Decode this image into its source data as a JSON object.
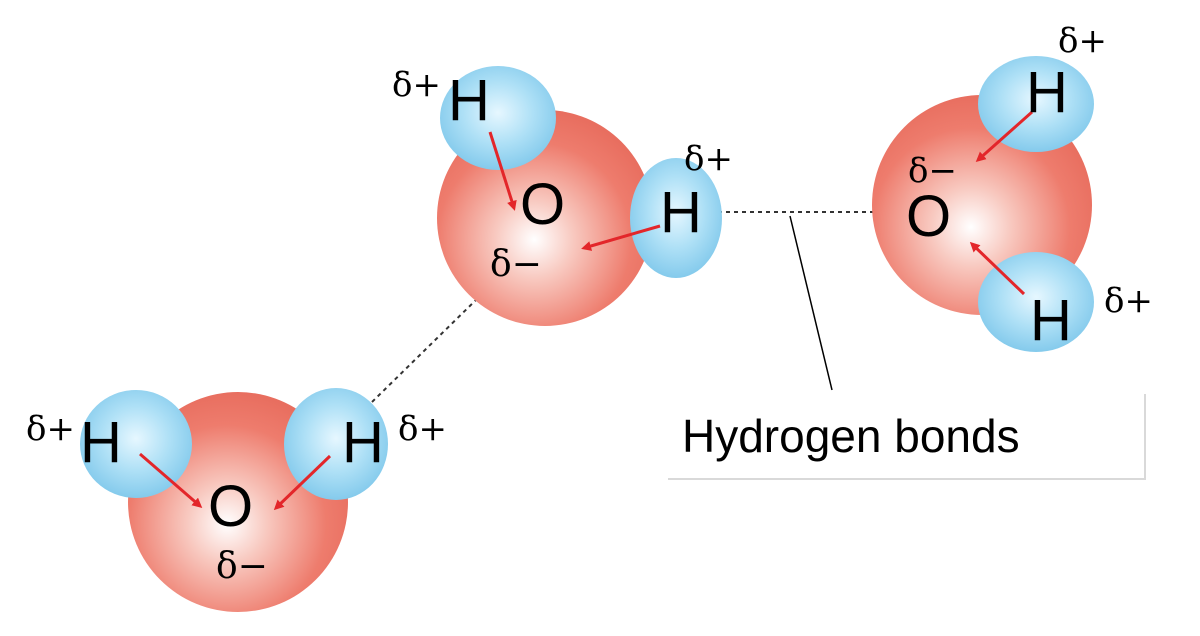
{
  "labels": {
    "hydrogen": "H",
    "oxygen": "O",
    "partial_positive": "δ+",
    "partial_negative": "δ−",
    "callout": "Hydrogen bonds"
  },
  "colors": {
    "oxygen": "#ee7c6d",
    "oxygen_highlight": "#ffffff",
    "hydrogen": "#9fd8f2",
    "hydrogen_highlight": "#e4f6ff",
    "arrow": "#e3262a",
    "bond_line": "#333333"
  }
}
